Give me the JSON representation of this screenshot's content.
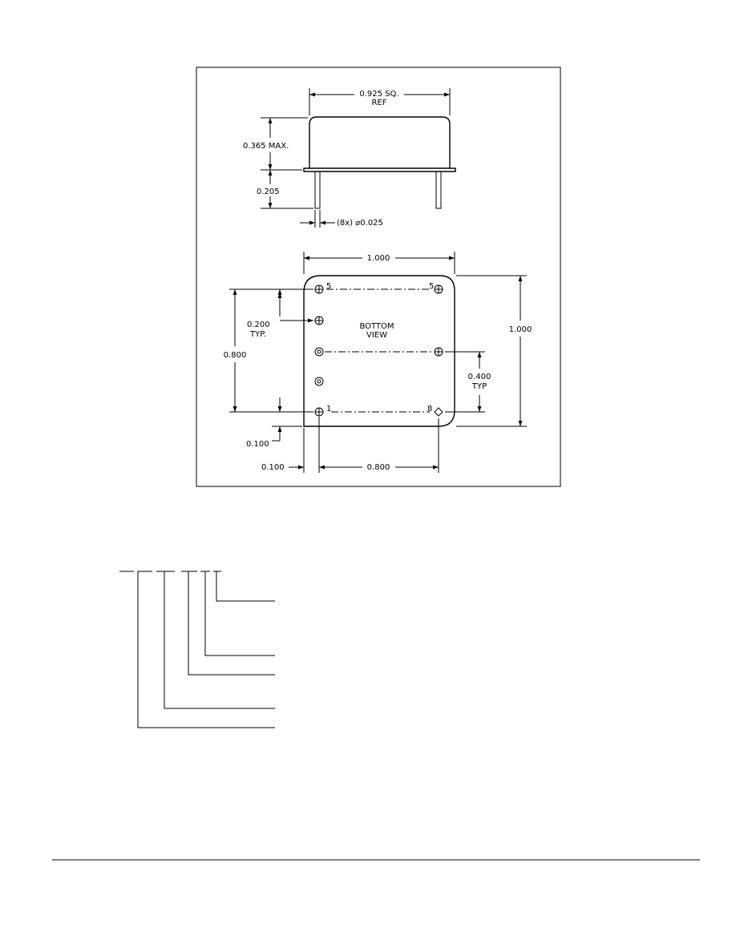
{
  "side_view": {
    "width_dim": "0.925 SQ.",
    "width_ref": "REF",
    "height_dim": "0.365 MAX.",
    "lead_length_dim": "0.205",
    "lead_dia_dim": "(8x) ⌀0.025"
  },
  "bottom_view": {
    "title_line1": "BOTTOM",
    "title_line2": "VIEW",
    "width_dim": "1.000",
    "height_dim": "1.000",
    "row_spacing_dim_line1": "0.200",
    "row_spacing_dim_line2": "TYP.",
    "pin_span_dim": "0.800",
    "half_span_dim_line1": "0.400",
    "half_span_dim_line2": "TYP",
    "edge_offset_y_dim": "0.100",
    "edge_offset_x_dim": "0.100",
    "pin_row_width_dim": "0.800",
    "pin_labels": [
      "5",
      "5",
      "1",
      "8"
    ]
  }
}
